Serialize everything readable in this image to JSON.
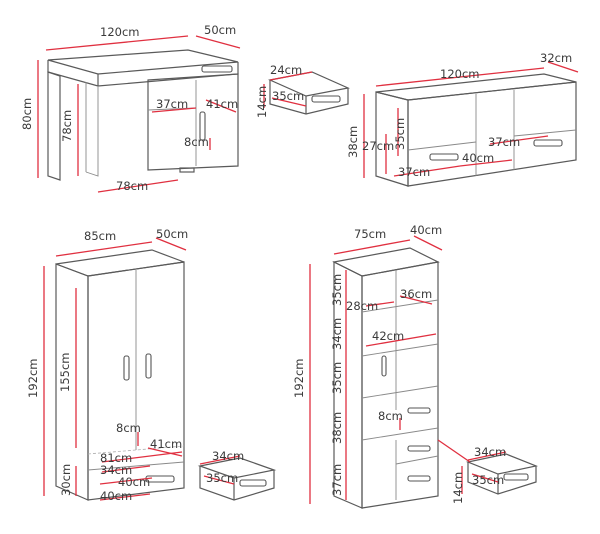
{
  "desk": {
    "width": "120cm",
    "depth": "50cm",
    "height": "80cm",
    "inner_height": "78cm",
    "inner_width": "78cm",
    "shelf_width": "37cm",
    "shelf_depth": "41cm",
    "gap": "8cm",
    "drawer_width": "24cm",
    "drawer_depth": "35cm",
    "drawer_height": "14cm"
  },
  "tv_unit": {
    "width": "120cm",
    "depth": "32cm",
    "height": "38cm",
    "inner_height": "27cm",
    "side_depth": "35cm",
    "left_width": "37cm",
    "middle_width": "40cm",
    "right_width": "37cm"
  },
  "wardrobe": {
    "width": "85cm",
    "depth": "50cm",
    "height": "192cm",
    "inner_height": "155cm",
    "gap": "8cm",
    "inner_depth": "41cm",
    "shelf_width": "81cm",
    "shelf_depth": "34cm",
    "drawer_inner_width": "40cm",
    "drawer_height": "30cm",
    "bottom_width": "40cm",
    "drawer_w": "34cm",
    "drawer_d": "35cm"
  },
  "bookcase": {
    "width": "75cm",
    "depth": "40cm",
    "height": "192cm",
    "h1": "35cm",
    "h2": "34cm",
    "h3": "35cm",
    "h4": "38cm",
    "h5": "37cm",
    "shelf_width": "28cm",
    "shelf_depth": "36cm",
    "open_width": "42cm",
    "gap": "8cm",
    "drawer_w": "34cm",
    "drawer_d": "35cm",
    "drawer_h": "14cm"
  }
}
